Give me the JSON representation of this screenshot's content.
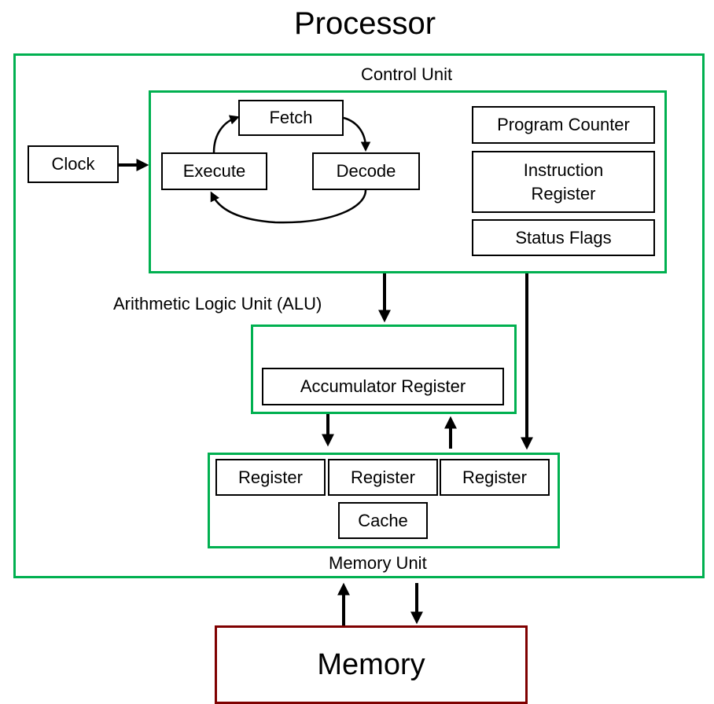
{
  "title": "Processor",
  "colors": {
    "container_border": "#00b050",
    "memory_border": "#7f0000",
    "arrow": "#000000"
  },
  "control_unit": {
    "label": "Control Unit",
    "cycle": {
      "fetch": "Fetch",
      "decode": "Decode",
      "execute": "Execute"
    },
    "registers": {
      "program_counter": "Program Counter",
      "instruction_register_line1": "Instruction",
      "instruction_register_line2": "Register",
      "status_flags": "Status Flags"
    }
  },
  "clock": "Clock",
  "alu": {
    "label": "Arithmetic Logic Unit (ALU)",
    "accumulator": "Accumulator Register"
  },
  "memory_unit": {
    "label": "Memory Unit",
    "registers": [
      "Register",
      "Register",
      "Register"
    ],
    "cache": "Cache"
  },
  "memory": "Memory"
}
